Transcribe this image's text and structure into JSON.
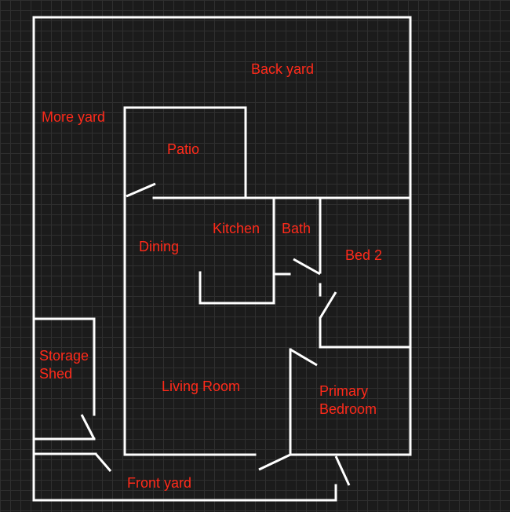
{
  "colors": {
    "background": "#1b1b1b",
    "wall": "#ffffff",
    "label": "#ff2a1a"
  },
  "labels": {
    "back_yard": "Back yard",
    "more_yard": "More yard",
    "patio": "Patio",
    "kitchen": "Kitchen",
    "bath": "Bath",
    "dining": "Dining",
    "bed_2": "Bed 2",
    "storage_shed": "Storage\nShed",
    "living_room": "Living Room",
    "primary_bedroom": "Primary\nBedroom",
    "front_yard": "Front yard"
  }
}
